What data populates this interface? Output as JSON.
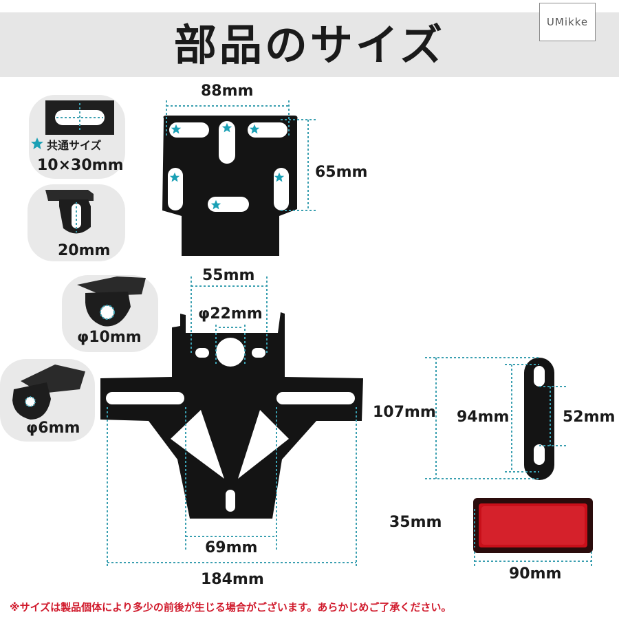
{
  "header": {
    "title": "部品のサイズ",
    "brand": "UMikke"
  },
  "slot_detail": {
    "legend": "共通サイズ",
    "size": "10×30mm"
  },
  "bracket_details": [
    {
      "label": "20mm"
    },
    {
      "label": "φ10mm"
    },
    {
      "label": "φ6mm"
    }
  ],
  "upper_plate": {
    "width": "88mm",
    "height": "65mm"
  },
  "main_bracket": {
    "top_width": "55mm",
    "hole": "φ22mm",
    "inner_width": "69mm",
    "total_width": "184mm"
  },
  "side_bar": {
    "total": "107mm",
    "length": "94mm",
    "hole_spacing": "52mm"
  },
  "reflector": {
    "height": "35mm",
    "width": "90mm"
  },
  "footer": {
    "note": "※サイズは製品個体により多少の前後が生じる場合がございます。あらかじめご了承ください。"
  },
  "colors": {
    "dimension_line": "#3a9fb0",
    "star": "#1aa0b5",
    "note": "#d0192b",
    "reflector": "#c8101a"
  }
}
